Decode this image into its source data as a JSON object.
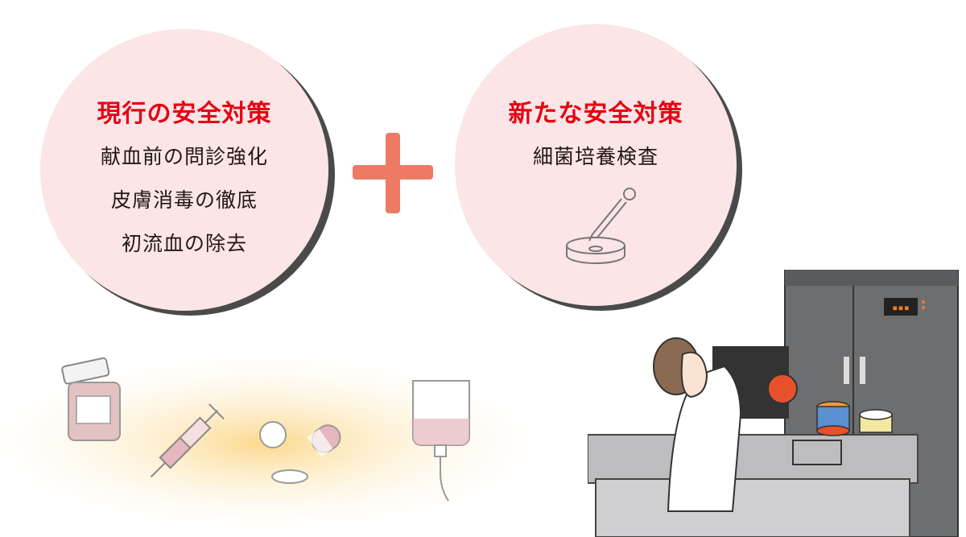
{
  "current_measures": {
    "title": "現行の安全対策",
    "items": [
      "献血前の問診強化",
      "皮膚消毒の徹底",
      "初流血の除去"
    ]
  },
  "new_measures": {
    "title": "新たな安全対策",
    "items": [
      "細菌培養検査"
    ]
  },
  "colors": {
    "title_red": "#e60012",
    "circle_pink": "#fbe5e7",
    "plus_orange": "#ed7a64"
  }
}
